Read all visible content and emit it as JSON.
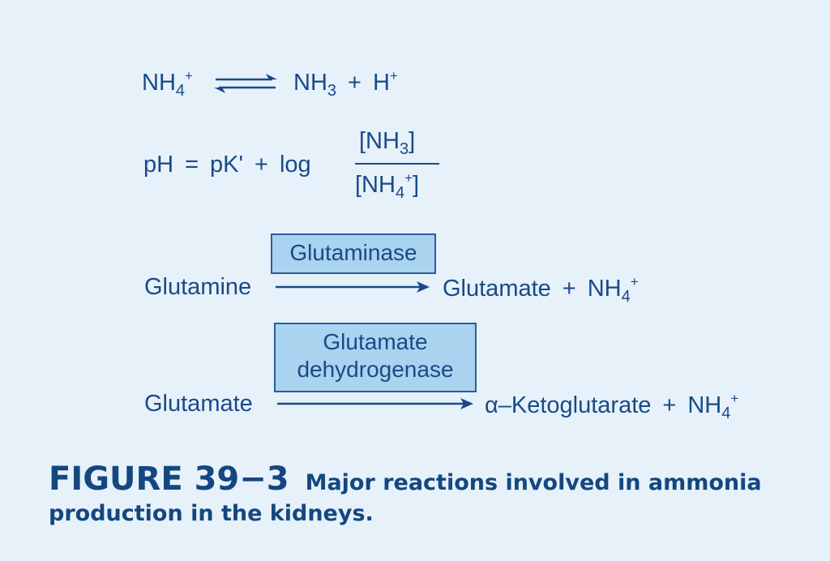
{
  "eq1": {
    "left_base": "NH",
    "left_sub": "4",
    "left_sup": "+",
    "right_a_base": "NH",
    "right_a_sub": "3",
    "plus": "+",
    "right_b_base": "H",
    "right_b_sup": "+"
  },
  "eq2": {
    "lhs": "pH",
    "equals": "=",
    "pk": "pK'",
    "plus": "+",
    "log": "log",
    "num_open": "[NH",
    "num_sub": "3",
    "num_close": "]",
    "den_open": "[NH",
    "den_sub": "4",
    "den_sup": "+",
    "den_close": "]"
  },
  "rxn1": {
    "enzyme": "Glutaminase",
    "substrate": "Glutamine",
    "product": "Glutamate",
    "plus": "+",
    "product2_base": "NH",
    "product2_sub": "4",
    "product2_sup": "+"
  },
  "rxn2": {
    "enzyme_line1": "Glutamate",
    "enzyme_line2": "dehydrogenase",
    "substrate": "Glutamate",
    "product": "α–Ketoglutarate",
    "plus": "+",
    "product2_base": "NH",
    "product2_sub": "4",
    "product2_sup": "+"
  },
  "caption": {
    "label": "FIGURE 39−3",
    "text_line1": "Major reactions involved in ammonia",
    "text_line2": "production in the kidneys."
  },
  "colors": {
    "background": "#e6f1fa",
    "text": "#1a4a86",
    "box_fill": "#a9d3ef",
    "box_border": "#2b5d9a"
  }
}
